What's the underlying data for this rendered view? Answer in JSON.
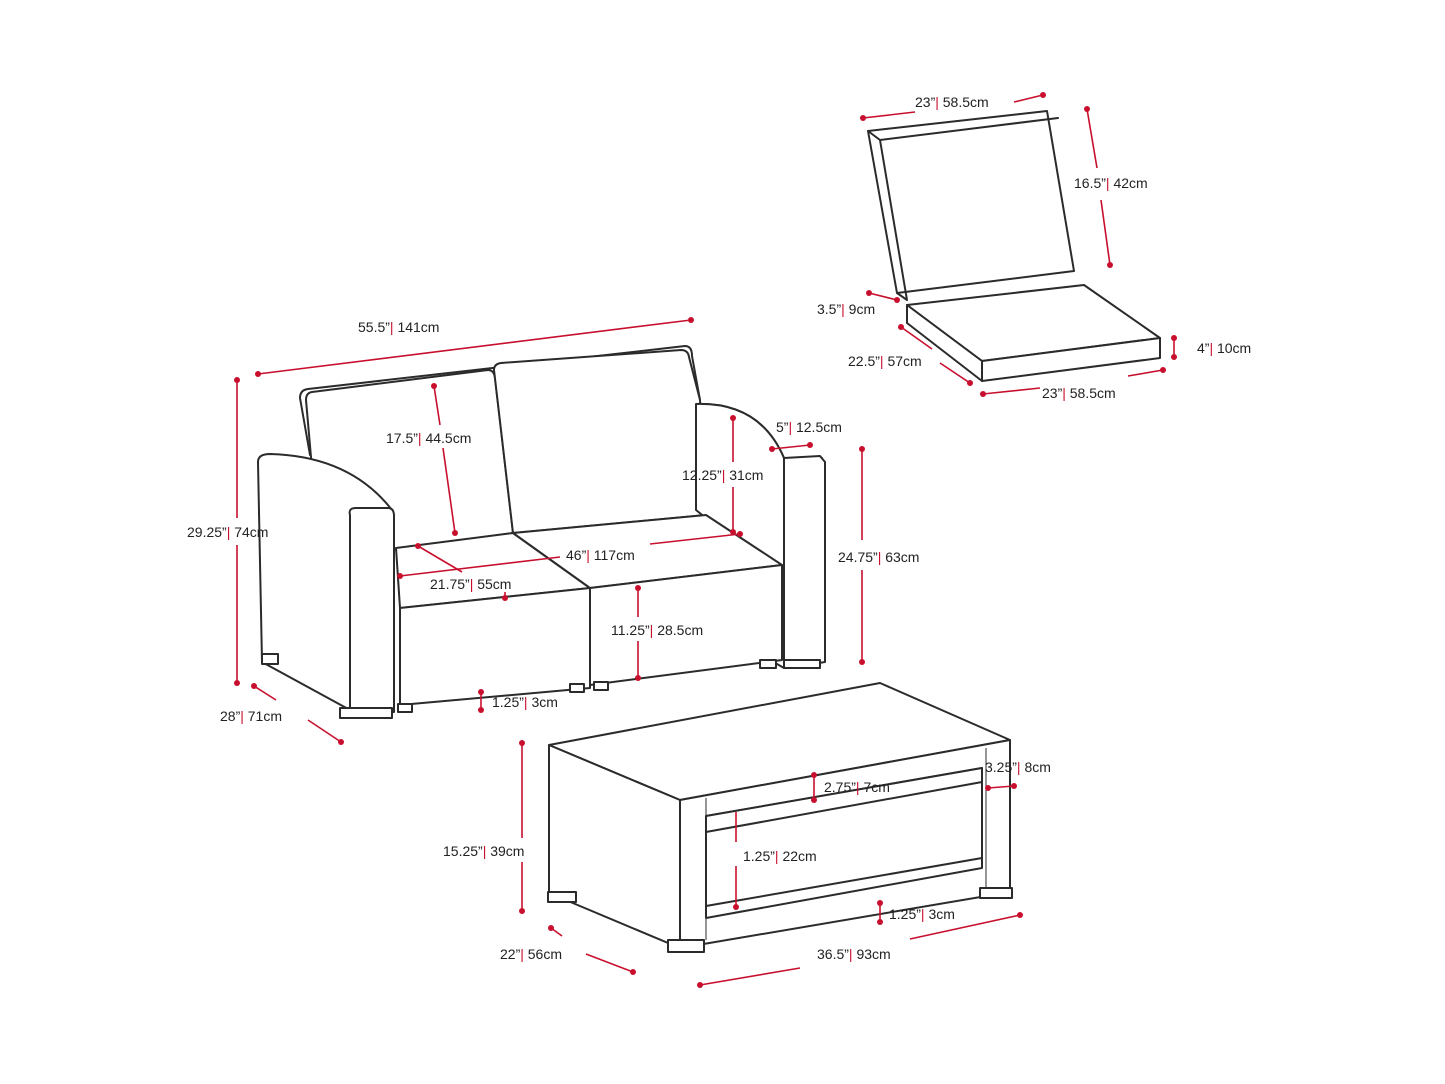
{
  "colors": {
    "line": "#2b2b2b",
    "dimension": "#c8102e",
    "background": "#ffffff"
  },
  "dimensions": [
    {
      "id": "back-cushion-width",
      "inch": "23”",
      "cm": "58.5cm"
    },
    {
      "id": "back-cushion-height",
      "inch": "16.5”",
      "cm": "42cm"
    },
    {
      "id": "back-cushion-thickness",
      "inch": "3.5”",
      "cm": "9cm"
    },
    {
      "id": "seat-cushion-thickness",
      "inch": "4”",
      "cm": "10cm"
    },
    {
      "id": "seat-cushion-depth",
      "inch": "22.5”",
      "cm": "57cm"
    },
    {
      "id": "seat-cushion-width",
      "inch": "23”",
      "cm": "58.5cm"
    },
    {
      "id": "loveseat-width",
      "inch": "55.5”",
      "cm": "141cm"
    },
    {
      "id": "loveseat-height",
      "inch": "29.25”",
      "cm": "74cm"
    },
    {
      "id": "loveseat-backrest",
      "inch": "17.5”",
      "cm": "44.5cm"
    },
    {
      "id": "arm-width",
      "inch": "5”",
      "cm": "12.5cm"
    },
    {
      "id": "arm-above-seat",
      "inch": "12.25”",
      "cm": "31cm"
    },
    {
      "id": "arm-height",
      "inch": "24.75”",
      "cm": "63cm"
    },
    {
      "id": "seat-width",
      "inch": "46”",
      "cm": "117cm"
    },
    {
      "id": "seat-depth",
      "inch": "21.75”",
      "cm": "55cm"
    },
    {
      "id": "seat-height",
      "inch": "11.25”",
      "cm": "28.5cm"
    },
    {
      "id": "loveseat-leg",
      "inch": "1.25”",
      "cm": "3cm"
    },
    {
      "id": "loveseat-depth",
      "inch": "28”",
      "cm": "71cm"
    },
    {
      "id": "table-leg-width",
      "inch": "3.25”",
      "cm": "8cm"
    },
    {
      "id": "table-top-thickness",
      "inch": "2.75”",
      "cm": "7cm"
    },
    {
      "id": "table-height",
      "inch": "15.25”",
      "cm": "39cm"
    },
    {
      "id": "table-shelf-gap",
      "inch": "1.25”",
      "cm": "22cm"
    },
    {
      "id": "table-leg",
      "inch": "1.25”",
      "cm": "3cm"
    },
    {
      "id": "table-depth",
      "inch": "22”",
      "cm": "56cm"
    },
    {
      "id": "table-width",
      "inch": "36.5”",
      "cm": "93cm"
    }
  ]
}
